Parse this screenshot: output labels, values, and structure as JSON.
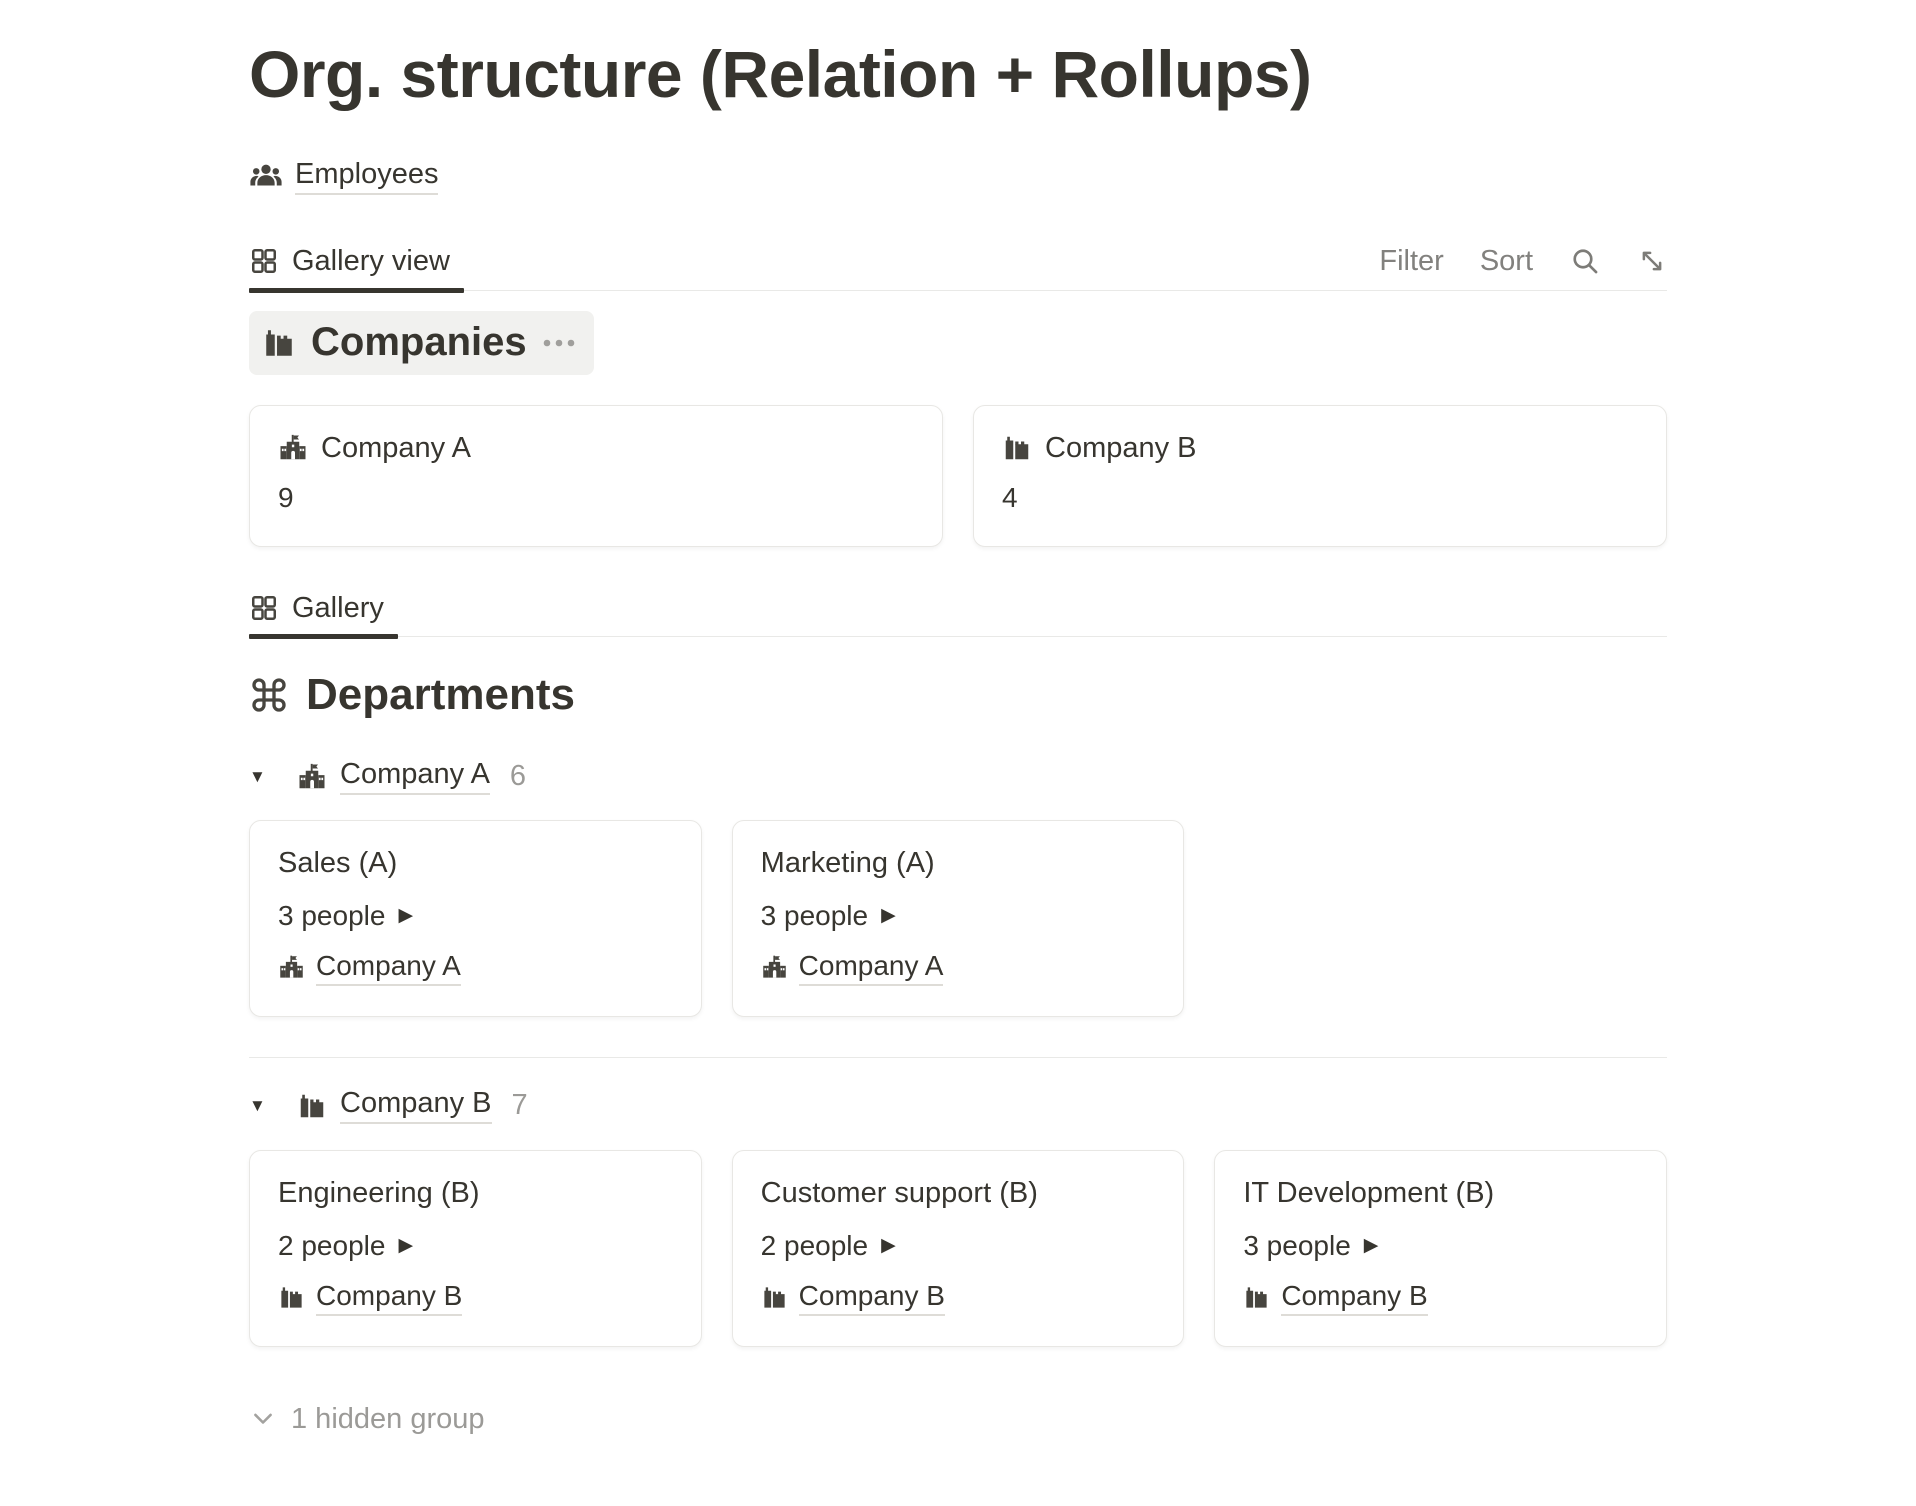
{
  "page": {
    "title": "Org. structure (Relation + Rollups)"
  },
  "employees_link": {
    "label": "Employees",
    "icon": "people-group-icon"
  },
  "toolbar": {
    "tab_label": "Gallery view",
    "tab_icon": "gallery-grid-icon",
    "filter_label": "Filter",
    "sort_label": "Sort",
    "icons": [
      "search-icon",
      "expand-icon"
    ]
  },
  "companies_section": {
    "title": "Companies",
    "icon": "city-buildings-icon",
    "more_icon": "more-options-icon",
    "cards": [
      {
        "name": "Company A",
        "icon": "school-icon",
        "count": "9"
      },
      {
        "name": "Company B",
        "icon": "city-buildings-icon",
        "count": "4"
      }
    ]
  },
  "gallery_tab": {
    "label": "Gallery",
    "icon": "gallery-grid-icon"
  },
  "departments_section": {
    "title": "Departments",
    "icon": "command-icon",
    "groups": [
      {
        "name": "Company A",
        "icon": "school-icon",
        "count": "6",
        "cards": [
          {
            "title": "Sales (A)",
            "people": "3 people",
            "company": "Company A",
            "company_icon": "school-icon"
          },
          {
            "title": "Marketing (A)",
            "people": "3 people",
            "company": "Company A",
            "company_icon": "school-icon"
          }
        ]
      },
      {
        "name": "Company B",
        "icon": "city-buildings-icon",
        "count": "7",
        "cards": [
          {
            "title": "Engineering (B)",
            "people": "2 people",
            "company": "Company B",
            "company_icon": "city-buildings-icon"
          },
          {
            "title": "Customer support (B)",
            "people": "2 people",
            "company": "Company B",
            "company_icon": "city-buildings-icon"
          },
          {
            "title": "IT Development (B)",
            "people": "3 people",
            "company": "Company B",
            "company_icon": "city-buildings-icon"
          }
        ]
      }
    ],
    "hidden_group": {
      "label": "1 hidden group",
      "icon": "chevron-down-icon"
    }
  },
  "colors": {
    "text": "#37352f",
    "muted_text": "#82817e",
    "count_text": "#9b9a97",
    "border": "#e9e9e7",
    "pill_background": "#f1f1ef",
    "active_tab_underline": "#37352f"
  }
}
